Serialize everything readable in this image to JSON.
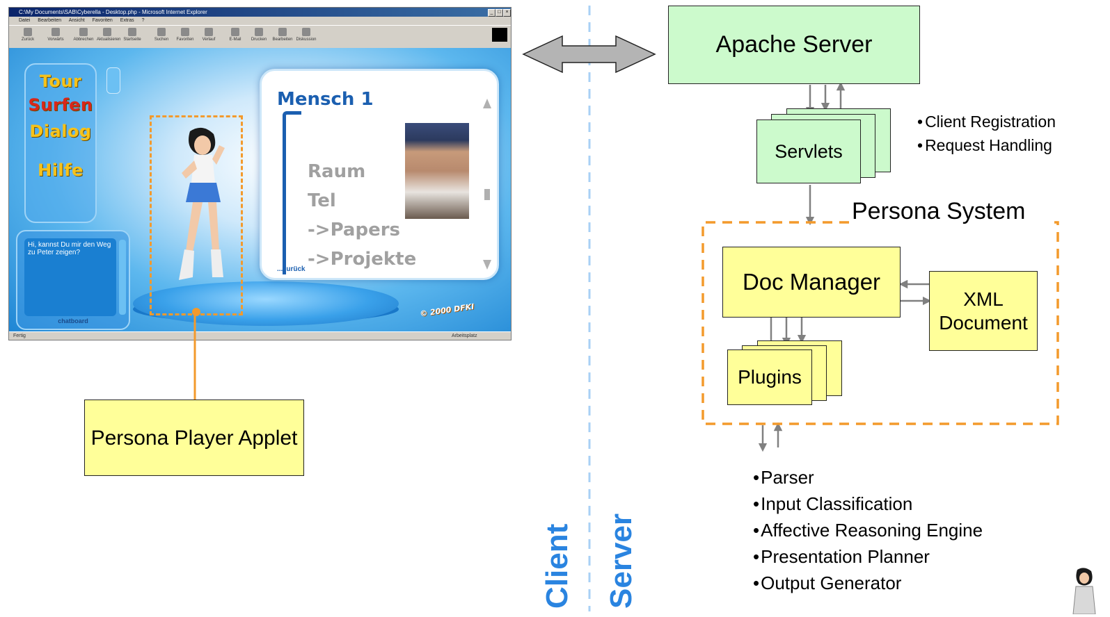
{
  "browser": {
    "window_title": "C:\\My Documents\\SAB\\Cyberella - Desktop.php - Microsoft Internet Explorer",
    "menu": [
      "Datei",
      "Bearbeiten",
      "Ansicht",
      "Favoriten",
      "Extras",
      "?"
    ],
    "toolbar": [
      "Zurück",
      "Vorwärts",
      "Abbrechen",
      "Aktualisieren",
      "Startseite",
      "Suchen",
      "Favoriten",
      "Verlauf",
      "E-Mail",
      "Drucken",
      "Bearbeiten",
      "Diskussion"
    ],
    "status_left": "Fertig",
    "status_right": "Arbeitsplatz",
    "nav": [
      {
        "label": "Tour",
        "color": "#f6c21a"
      },
      {
        "label": "Surfen",
        "color": "#d8271a"
      },
      {
        "label": "Dialog",
        "color": "#f6c21a"
      },
      {
        "label": "Hilfe",
        "color": "#f6c21a"
      }
    ],
    "chat_text": "Hi, kannst Du mir den Weg zu Peter zeigen?",
    "chat_label": "chatboard",
    "card_title": "Mensch 1",
    "card_items": [
      "Raum",
      "Tel",
      "->Papers",
      "->Projekte"
    ],
    "card_back": "...zurück",
    "copyright": "© 2000 DFKI"
  },
  "player_label": "Persona Player Applet",
  "client_label": "Client",
  "server_label": "Server",
  "apache_label": "Apache Server",
  "servlets_label": "Servlets",
  "servlet_bullets": [
    "Client Registration",
    "Request Handling"
  ],
  "persona_system_label": "Persona System",
  "doc_manager_label": "Doc Manager",
  "xml_label": "XML Document",
  "plugins_label": "Plugins",
  "plugin_bullets": [
    "Parser",
    "Input Classification",
    "Affective Reasoning Engine",
    "Presentation Planner",
    "Output Generator"
  ],
  "colors": {
    "accent_orange": "#f39a2c",
    "divider_blue": "#a8d0f5",
    "label_blue": "#2a84e0",
    "server_box": "#ccfacc",
    "system_box": "#ffff99"
  }
}
